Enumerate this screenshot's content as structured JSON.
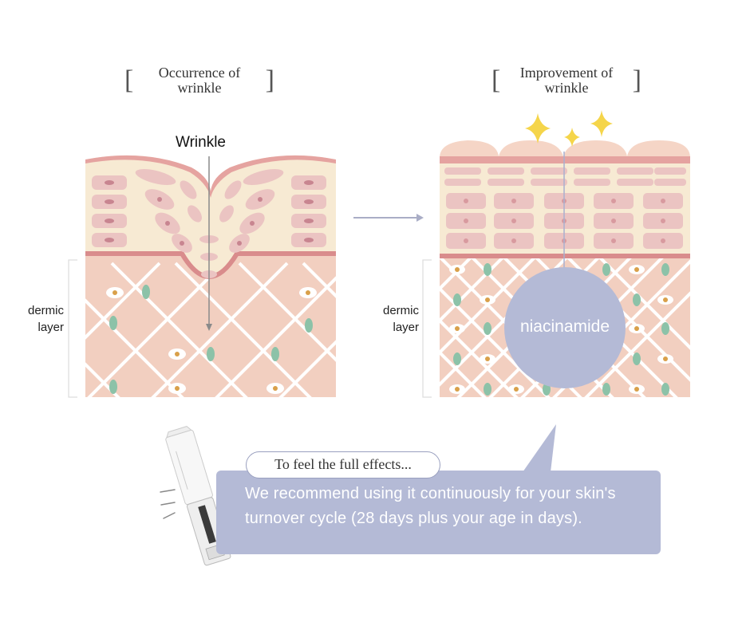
{
  "left_panel": {
    "title_line1": "Occurrence of",
    "title_line2": "wrinkle",
    "wrinkle_label": "Wrinkle",
    "layer_label_line1": "dermic",
    "layer_label_line2": "layer"
  },
  "right_panel": {
    "title_line1": "Improvement of",
    "title_line2": "wrinkle",
    "ingredient_label": "niacinamide",
    "layer_label_line1": "dermic",
    "layer_label_line2": "layer"
  },
  "callout": {
    "heading": "To feel the full effects...",
    "body": "We recommend using it continuously for your skin's turnover cycle (28 days plus your age in days)."
  },
  "colors": {
    "dermis": "#f2cfc0",
    "epidermis": "#f7ead3",
    "cell": "#ebc4c2",
    "cell_nucleus": "#c88590",
    "fiber_node": "#8cc2a8",
    "fibroblast": "#d9a04a",
    "niacinamide": "#b4bad6",
    "sparkle": "#f5d54a",
    "arrow": "#a9adc6"
  }
}
